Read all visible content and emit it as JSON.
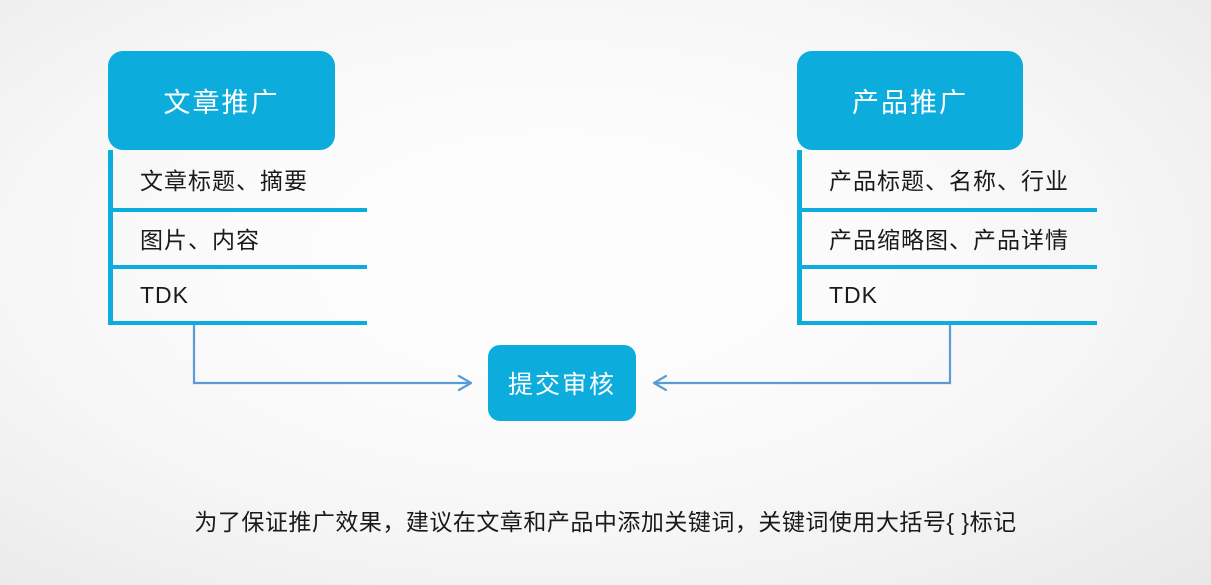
{
  "diagram": {
    "title_left": "文章推广",
    "title_right": "产品推广",
    "center_node": "提交审核",
    "left_items": [
      "文章标题、摘要",
      "图片、内容",
      "TDK"
    ],
    "right_items": [
      "产品标题、名称、行业",
      "产品缩略图、产品详情",
      "TDK"
    ],
    "caption": "为了保证推广效果，建议在文章和产品中添加关键词，关键词使用大括号{ }标记",
    "colors": {
      "accent": "#0CADDD",
      "pill_fill": "#0CADDD",
      "pill_text": "#FFFFFF",
      "connector": "#5B9BD5",
      "body_text": "#1A1A1A",
      "background": "#FAFAFA"
    }
  }
}
